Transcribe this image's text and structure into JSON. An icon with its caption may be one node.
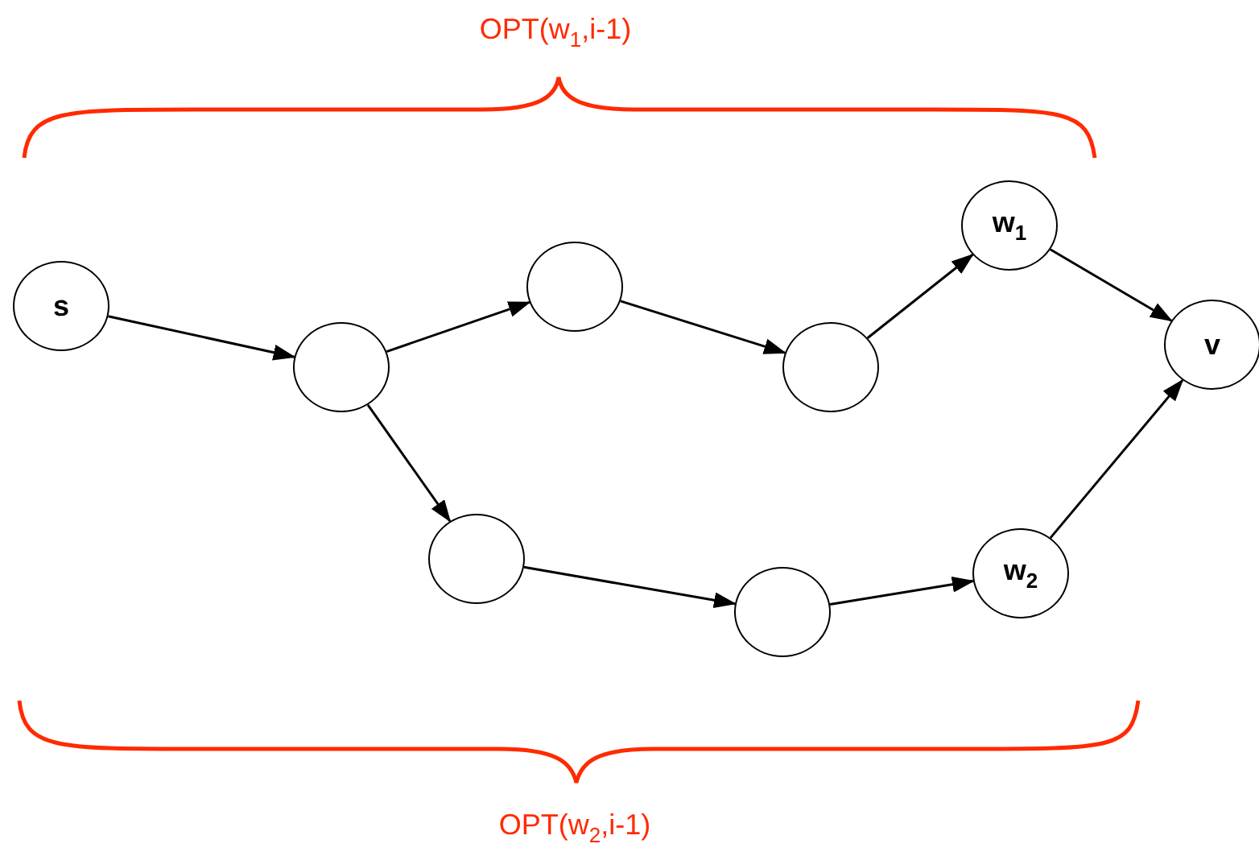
{
  "diagram": {
    "nodes": [
      {
        "text": [
          "s"
        ]
      },
      {
        "text": [],
        "shape": "circle"
      },
      {
        "text": [],
        "shape": "circle"
      },
      {
        "text": [],
        "shape": "circle"
      },
      {
        "text": [
          "w$_{1}$"
        ]
      },
      {
        "text": [
          "v"
        ]
      },
      {
        "text": [],
        "shape": "circle"
      },
      {
        "text": [],
        "shape": "circle"
      },
      {
        "text": [
          "w$_{2}$"
        ]
      }
    ],
    "edges": [
      {
        "from": 0,
        "to": 1,
        "arrow": "to"
      },
      {
        "from": 1,
        "to": 2,
        "arrow": "to"
      },
      {
        "from": 2,
        "to": 3,
        "arrow": "to"
      },
      {
        "from": 3,
        "to": 4,
        "arrow": "to"
      },
      {
        "from": 4,
        "to": 5,
        "arrow": "to"
      },
      {
        "from": 1,
        "to": 6,
        "arrow": "to"
      },
      {
        "from": 6,
        "to": 7,
        "arrow": "to"
      },
      {
        "from": 7,
        "to": 8,
        "arrow": "to"
      },
      {
        "from": 8,
        "to": 5,
        "arrow": "to"
      }
    ],
    "labels": [
      "OPT(w$_{1}$,i-1)",
      "OPT(w$_{2}$,i-1)"
    ]
  }
}
